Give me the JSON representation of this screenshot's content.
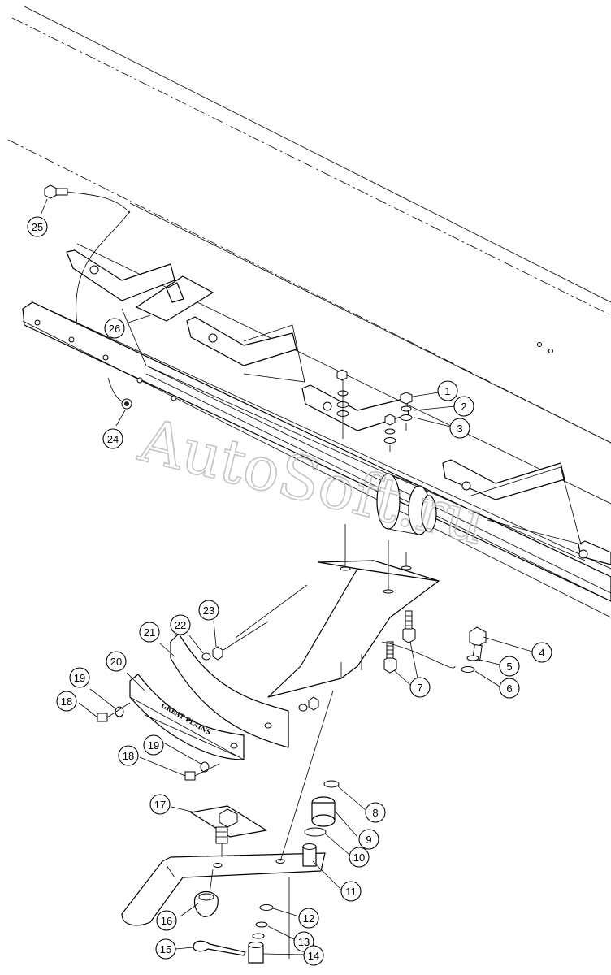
{
  "diagram": {
    "watermark": "AutoSoft.ru",
    "plate_label": "GREAT PLAINS",
    "callouts": [
      {
        "id": "1",
        "label": "1"
      },
      {
        "id": "2",
        "label": "2"
      },
      {
        "id": "3",
        "label": "3"
      },
      {
        "id": "4",
        "label": "4"
      },
      {
        "id": "5",
        "label": "5"
      },
      {
        "id": "6",
        "label": "6"
      },
      {
        "id": "7",
        "label": "7"
      },
      {
        "id": "8",
        "label": "8"
      },
      {
        "id": "9",
        "label": "9"
      },
      {
        "id": "10",
        "label": "10"
      },
      {
        "id": "11",
        "label": "11"
      },
      {
        "id": "12",
        "label": "12"
      },
      {
        "id": "13",
        "label": "13"
      },
      {
        "id": "14",
        "label": "14"
      },
      {
        "id": "15",
        "label": "15"
      },
      {
        "id": "16",
        "label": "16"
      },
      {
        "id": "17",
        "label": "17"
      },
      {
        "id": "18a",
        "label": "18"
      },
      {
        "id": "18b",
        "label": "18"
      },
      {
        "id": "19a",
        "label": "19"
      },
      {
        "id": "19b",
        "label": "19"
      },
      {
        "id": "20",
        "label": "20"
      },
      {
        "id": "21",
        "label": "21"
      },
      {
        "id": "22",
        "label": "22"
      },
      {
        "id": "23",
        "label": "23"
      },
      {
        "id": "24",
        "label": "24"
      },
      {
        "id": "25",
        "label": "25"
      },
      {
        "id": "26",
        "label": "26"
      }
    ]
  }
}
